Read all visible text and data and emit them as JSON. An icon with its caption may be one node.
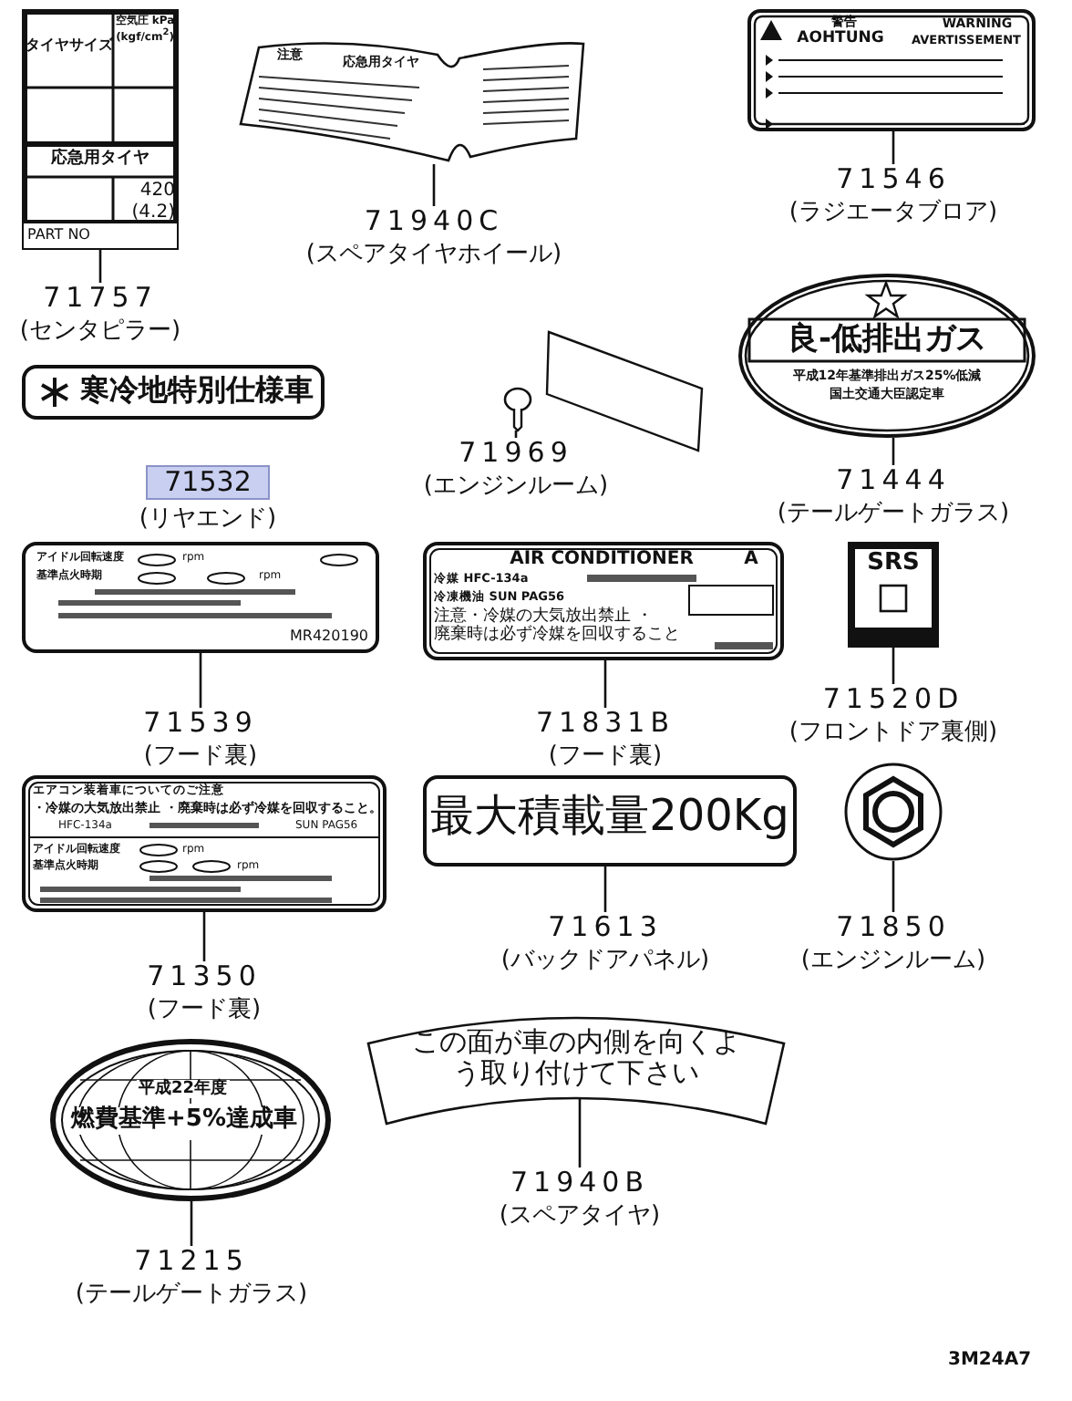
{
  "diagram": {
    "nodes": [
      {
        "text": [
          "タイヤサイズ",
          "空気圧 kPa (kgf/cm$^{2}$)",
          "応急用タイヤ",
          "420 (4.2)",
          "PART NO"
        ]
      },
      {
        "text": [
          "71757",
          "(センタピラー)"
        ]
      },
      {
        "text": [
          "注意",
          "応急用タイヤ"
        ]
      },
      {
        "text": [
          "71940C",
          "(スペアタイヤホイール)"
        ]
      },
      {
        "text": [
          "警告",
          "WARNING",
          "AOHTUNG",
          "AVERTISSEMENT"
        ]
      },
      {
        "text": [
          "71546",
          "(ラジエータブロア)"
        ]
      },
      {
        "text": [
          "寒冷地特別仕様車"
        ]
      },
      {
        "text": [
          "71532"
        ],
        "beside": [
          "(リヤエンド)"
        ]
      },
      {
        "text": [],
        "shape": "pin"
      },
      {
        "text": [
          "71969",
          "(エンジンルーム)"
        ]
      },
      {
        "text": [
          "良-低排出ガス",
          "平成12年基準排出ガス25%低減",
          "国土交通大臣認定車"
        ]
      },
      {
        "text": [
          "71444",
          "(テールゲートガラス)"
        ]
      },
      {
        "text": [
          "アイドル回転速度",
          "rpm",
          "基準点火時期",
          "rpm",
          "MR420190"
        ]
      },
      {
        "text": [
          "71539",
          "(フード裏)"
        ]
      },
      {
        "text": [
          "AIR CONDITIONER",
          "A",
          "冷媒 HFC-134a",
          "冷凍機油 SUN PAG56",
          "注意・冷媒の大気放出禁止 ・廃棄時は必ず冷媒を回収すること"
        ]
      },
      {
        "text": [
          "71831B",
          "(フード裏)"
        ]
      },
      {
        "text": [
          "SRS"
        ]
      },
      {
        "text": [
          "71520D",
          "(フロントドア裏側)"
        ]
      },
      {
        "text": [
          "エアコン装着車についてのご注意",
          "・冷媒の大気放出禁止 ・廃棄時は必ず冷媒を回収すること。",
          "HFC-134a",
          "SUN PAG56",
          "アイドル回転速度",
          "rpm",
          "基準点火時期",
          "rpm"
        ]
      },
      {
        "text": [
          "71350",
          "(フード裏)"
        ]
      },
      {
        "text": [
          "最大積載量200Kg"
        ]
      },
      {
        "text": [
          "71613",
          "(バックドアパネル)"
        ]
      },
      {
        "text": [],
        "shape": "circle"
      },
      {
        "text": [
          "71850",
          "(エンジンルーム)"
        ]
      },
      {
        "text": [
          "この面が車の内側を向くよう取り付けて下さい"
        ]
      },
      {
        "text": [
          "71940B",
          "(スペアタイヤ)"
        ]
      },
      {
        "text": [
          "平成22年度",
          "燃費基準+5%達成車"
        ]
      },
      {
        "text": [
          "71215",
          "(テールゲートガラス)"
        ]
      }
    ],
    "edges": [
      {
        "from": 1,
        "to": 0,
        "arrow": "none"
      },
      {
        "from": 3,
        "to": 2,
        "arrow": "none"
      },
      {
        "from": 5,
        "to": 4,
        "arrow": "none"
      },
      {
        "from": 9,
        "to": 8,
        "arrow": "none"
      },
      {
        "from": 11,
        "to": 10,
        "arrow": "none"
      },
      {
        "from": 13,
        "to": 12,
        "arrow": "none"
      },
      {
        "from": 15,
        "to": 14,
        "arrow": "none"
      },
      {
        "from": 17,
        "to": 16,
        "arrow": "none"
      },
      {
        "from": 19,
        "to": 18,
        "arrow": "none"
      },
      {
        "from": 21,
        "to": 20,
        "arrow": "none"
      },
      {
        "from": 23,
        "to": 22,
        "arrow": "none"
      },
      {
        "from": 25,
        "to": 24,
        "arrow": "none"
      },
      {
        "from": 27,
        "to": 26,
        "arrow": "none"
      }
    ],
    "labels": [
      "3M24A7"
    ]
  }
}
